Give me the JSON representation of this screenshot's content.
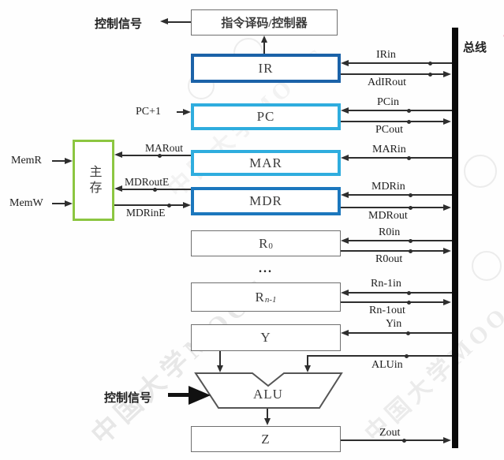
{
  "diagram": {
    "top_control_signal": "控制信号",
    "decoder": "指令译码/控制器",
    "bus_label": "总线",
    "pc_increment": "PC+1",
    "mem_read": "MemR",
    "mem_write": "MemW",
    "main_memory": "主存",
    "ellipsis": "...",
    "alu_label": "ALU",
    "alu_control_signal": "控制信号"
  },
  "registers": {
    "ir": "IR",
    "pc": "PC",
    "mar": "MAR",
    "mdr": "MDR",
    "r0_base": "R",
    "r0_sub": "0",
    "rn_base": "R",
    "rn_sub": "n-1",
    "y": "Y",
    "z": "Z"
  },
  "memory_signals": {
    "mar_out": "MARout",
    "mdr_out_e": "MDRoutE",
    "mdr_in_e": "MDRinE"
  },
  "bus_signals": {
    "ir_in": "IRin",
    "adir_out": "AdIRout",
    "pc_in": "PCin",
    "pc_out": "PCout",
    "mar_in": "MARin",
    "mdr_in": "MDRin",
    "mdr_out": "MDRout",
    "r0_in": "R0in",
    "r0_out": "R0out",
    "rn1_in": "Rn-1in",
    "rn1_out": "Rn-1out",
    "y_in": "Yin",
    "alu_in": "ALUin",
    "z_out": "Zout"
  },
  "colors": {
    "ir_border": "#1b62a8",
    "pc_border": "#2fadde",
    "mar_border": "#2fadde",
    "mdr_border": "#1b77bd",
    "memory_border": "#8cc641",
    "bus": "#0a0a0a",
    "line": "#2e2e2e",
    "plain_box_border": "#6f6f6f"
  },
  "watermark": "中国大学MOOC"
}
